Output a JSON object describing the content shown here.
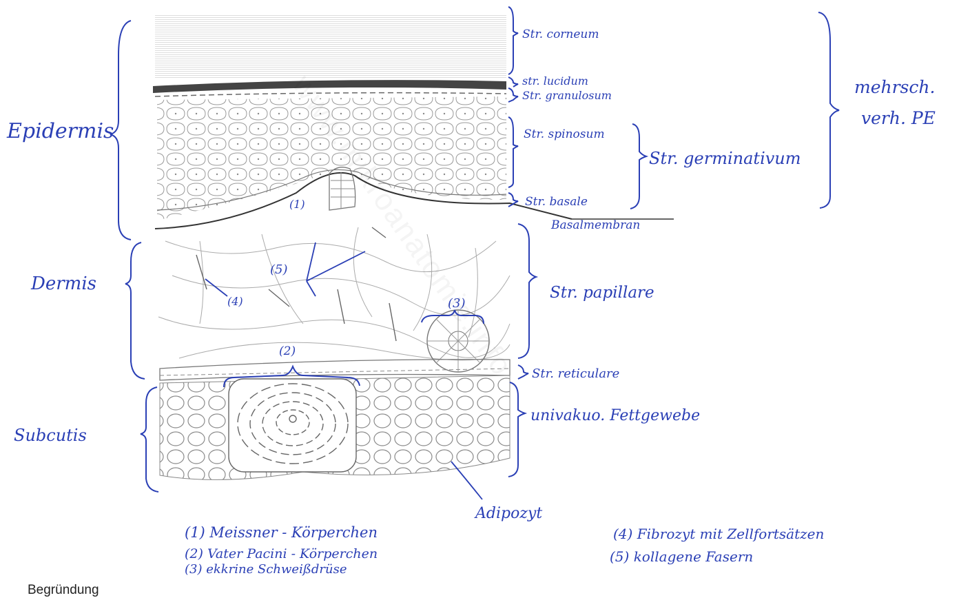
{
  "labels": {
    "epidermis": "Epidermis",
    "dermis": "Dermis",
    "subcutis": "Subcutis",
    "str_corneum": "Str. corneum",
    "str_lucidum": "str. lucidum",
    "str_granulosum": "Str. granulosum",
    "str_spinosum": "Str. spinosum",
    "str_basale": "Str. basale",
    "str_germinativum": "Str. germinativum",
    "mehrsch": "mehrsch.",
    "verh_pe": "verh. PE",
    "basalmembran": "Basalmembran",
    "str_papillare": "Str. papillare",
    "str_reticulare": "Str. reticulare",
    "fettgewebe": "univakuo. Fettgewebe",
    "adipozyt": "Adipozyt",
    "m1": "(1)",
    "m2": "(2)",
    "m3": "(3)",
    "m4": "(4)",
    "m5": "(5)"
  },
  "legend": [
    {
      "text": "(1) Meissner - Körperchen"
    },
    {
      "text": "(2) Vater Pacini - Körperchen"
    },
    {
      "text": "(3) ekkrine Schweißdrüse"
    },
    {
      "text": "(4) Fibrozyt mit Zellfortsätzen"
    },
    {
      "text": "(5) kollagene Fasern"
    }
  ],
  "footer": "Begründung",
  "watermark": "www.mikroanatomie.info",
  "colors": {
    "ink": "#2a3fb5",
    "pencil": "#7a7a7a"
  }
}
